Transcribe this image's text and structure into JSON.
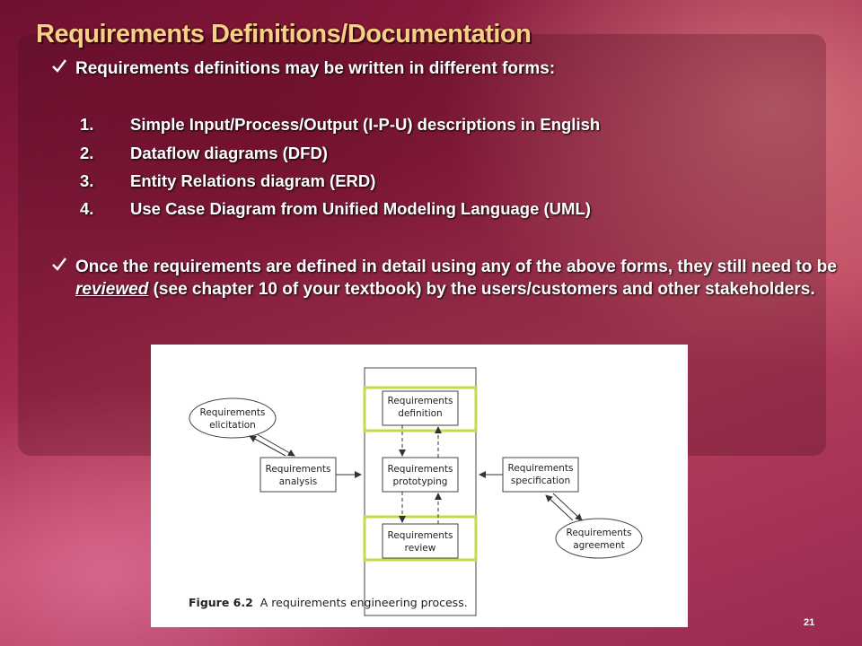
{
  "slide": {
    "title": "Requirements Definitions/Documentation",
    "bullet1": "Requirements definitions may be written in different forms:",
    "list": [
      {
        "num": "1.",
        "text": "Simple Input/Process/Output (I-P-U) descriptions in English"
      },
      {
        "num": "2.",
        "text": "Dataflow diagrams (DFD)"
      },
      {
        "num": "3.",
        "text": "Entity Relations diagram (ERD)"
      },
      {
        "num": "4.",
        "text": "Use Case Diagram from Unified Modeling Language (UML)"
      }
    ],
    "bullet2_part1": "Once the requirements are defined in detail using any of the above forms, they still need to be ",
    "bullet2_emph": "reviewed",
    "bullet2_part2": " (see chapter 10 of your textbook) by the users/customers and other stakeholders.",
    "page_number": "21"
  },
  "figure": {
    "caption_label": "Figure 6.2",
    "caption_text": "A requirements engineering process.",
    "nodes": {
      "elicitation": [
        "Requirements",
        "elicitation"
      ],
      "analysis": [
        "Requirements",
        "analysis"
      ],
      "definition": [
        "Requirements",
        "definition"
      ],
      "prototyping": [
        "Requirements",
        "prototyping"
      ],
      "review": [
        "Requirements",
        "review"
      ],
      "specification": [
        "Requirements",
        "specification"
      ],
      "agreement": [
        "Requirements",
        "agreement"
      ]
    },
    "highlight_color": "#c8d84a"
  },
  "icons": {
    "bullet": "checkmark-icon"
  }
}
